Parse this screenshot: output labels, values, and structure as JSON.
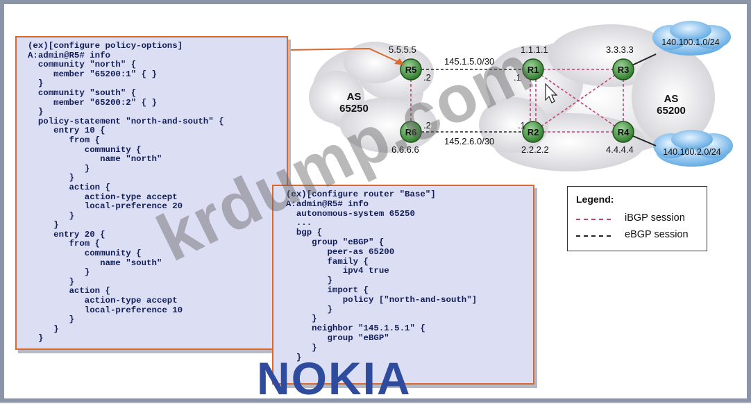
{
  "policy_config": {
    "lines": [
      "(ex)[configure policy-options]",
      "A:admin@R5# info",
      "  community \"north\" {",
      "     member \"65200:1\" { }",
      "  }",
      "  community \"south\" {",
      "     member \"65200:2\" { }",
      "  }",
      "  policy-statement \"north-and-south\" {",
      "     entry 10 {",
      "        from {",
      "           community {",
      "              name \"north\"",
      "           }",
      "        }",
      "        action {",
      "           action-type accept",
      "           local-preference 20",
      "        }",
      "     }",
      "     entry 20 {",
      "        from {",
      "           community {",
      "              name \"south\"",
      "           }",
      "        }",
      "        action {",
      "           action-type accept",
      "           local-preference 10",
      "        }",
      "     }",
      "  }"
    ]
  },
  "router_config": {
    "lines": [
      "(ex)[configure router \"Base\"]",
      "A:admin@R5# info",
      "  autonomous-system 65250",
      "  ...",
      "  bgp {",
      "     group \"eBGP\" {",
      "        peer-as 65200",
      "        family {",
      "           ipv4 true",
      "        }",
      "        import {",
      "           policy [\"north-and-south\"]",
      "        }",
      "     }",
      "     neighbor \"145.1.5.1\" {",
      "        group \"eBGP\"",
      "     }",
      "  }"
    ]
  },
  "topology": {
    "as_left": {
      "label": "AS",
      "number": "65250"
    },
    "as_right": {
      "label": "AS",
      "number": "65200"
    },
    "routers": [
      {
        "id": "R5",
        "addr": "5.5.5.5"
      },
      {
        "id": "R1",
        "addr": "1.1.1.1"
      },
      {
        "id": "R3",
        "addr": "3.3.3.3"
      },
      {
        "id": "R6",
        "addr": "6.6.6.6"
      },
      {
        "id": "R2",
        "addr": "2.2.2.2"
      },
      {
        "id": "R4",
        "addr": "4.4.4.4"
      }
    ],
    "links": {
      "top_subnet": "145.1.5.0/30",
      "bottom_subnet": "145.2.6.0/30",
      "r5_if": ".2",
      "r1_if": ".1",
      "r6_if": ".2",
      "r2_if": ".1"
    },
    "prefixes": [
      "140.100.1.0/24",
      "140.100.2.0/24"
    ]
  },
  "legend": {
    "title": "Legend:",
    "ibgp_label": "iBGP session",
    "ebgp_label": "eBGP session"
  },
  "colors": {
    "code_text": "#121e58",
    "code_bg": "#dcdff4",
    "code_border": "#d8682c",
    "router_green": "#3f8d3b",
    "ibgp": "#c0407a",
    "ebgp": "#222222",
    "prefix_cloud": "#6ab0e8",
    "logo": "#2e4b9e"
  },
  "watermark": "krdump.com",
  "logo": "NOKIA"
}
